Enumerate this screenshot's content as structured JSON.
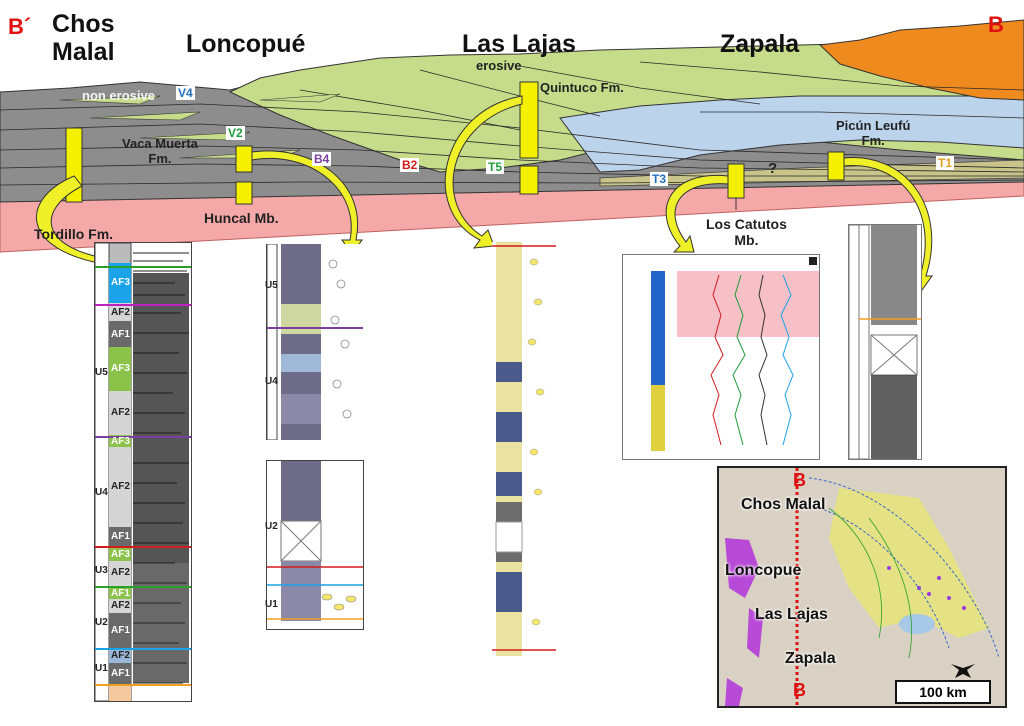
{
  "section": {
    "end_left": "B´",
    "end_right": "B",
    "towns": [
      "Chos\nMalal",
      "Loncopué",
      "Las Lajas",
      "Zapala"
    ],
    "formations": {
      "tordillo": "Tordillo Fm.",
      "vaca_muerta": "Vaca Muerta\nFm.",
      "quintuco": "Quintuco Fm.",
      "picun_leufu": "Picún Leufú\nFm.",
      "huncal": "Huncal Mb.",
      "los_catutos": "Los Catutos\nMb."
    },
    "surfaces": {
      "erosive": "erosive",
      "non_erosive": "non erosive"
    },
    "query_mark": "?",
    "wells": [
      {
        "id": "V4",
        "color": "#1f6fbf"
      },
      {
        "id": "V2",
        "color": "#1e9c3a"
      },
      {
        "id": "B4",
        "color": "#7a3fa0"
      },
      {
        "id": "B2",
        "color": "#d21c1c"
      },
      {
        "id": "T5",
        "color": "#1e9c3a"
      },
      {
        "id": "T3",
        "color": "#1f6fbf"
      },
      {
        "id": "T1",
        "color": "#e0a020"
      }
    ]
  },
  "logs": {
    "chos_malal": {
      "units": [
        "U5",
        "U4",
        "U3",
        "U2",
        "U1"
      ],
      "facies": [
        "AF3",
        "AF2",
        "AF1",
        "AF3",
        "AF2",
        "AF3",
        "AF2",
        "AF1",
        "AF3",
        "AF2",
        "AF1",
        "AF2",
        "AF1",
        "AF2",
        "AF1"
      ]
    },
    "loncopue": {
      "units": [
        "U5",
        "U4",
        "U2",
        "U1"
      ]
    }
  },
  "map": {
    "towns": [
      "Chos Malal",
      "Loncopue",
      "Las Lajas",
      "Zapala"
    ],
    "end_top": "B",
    "end_bottom": "B",
    "scale": "100 km"
  },
  "colors": {
    "tordillo": "#f4a8a8",
    "vaca_muerta": "#8d8d8d",
    "quintuco": "#c6dc8a",
    "picun_leufu": "#bcd3ec",
    "upper": "#ef8a1e",
    "well_marker": "#f5f000",
    "arrow": "#f0f028"
  }
}
